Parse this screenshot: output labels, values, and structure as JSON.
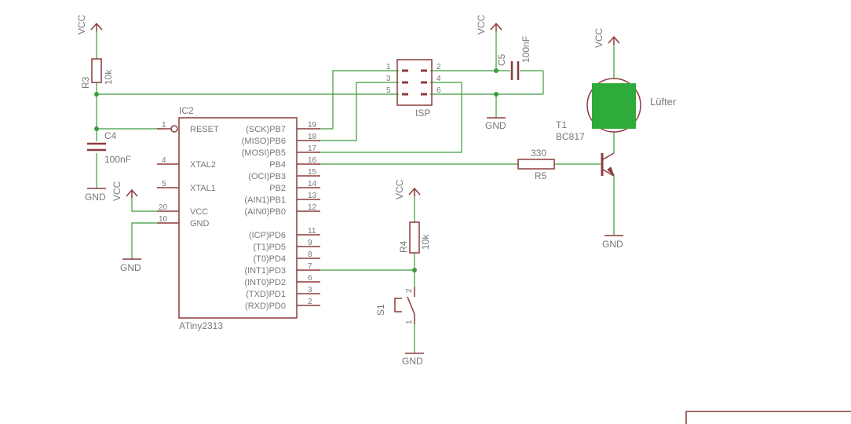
{
  "colors": {
    "symbol": "#8c3c3c",
    "wire": "#3c9c3c",
    "text": "#787878",
    "fan": "#2eab3a",
    "background": "#ffffff"
  },
  "supplies": {
    "vcc": "VCC",
    "gnd": "GND"
  },
  "ic2": {
    "name": "IC2",
    "value": "ATiny2313",
    "left_pins": [
      {
        "num": "1",
        "label": "RESET"
      },
      {
        "num": "4",
        "label": "XTAL2"
      },
      {
        "num": "5",
        "label": "XTAL1"
      },
      {
        "num": "20",
        "label": "VCC"
      },
      {
        "num": "10",
        "label": "GND"
      }
    ],
    "right_pins": [
      {
        "num": "19",
        "label": "(SCK)PB7"
      },
      {
        "num": "18",
        "label": "(MISO)PB6"
      },
      {
        "num": "17",
        "label": "(MOSI)PB5"
      },
      {
        "num": "16",
        "label": "PB4"
      },
      {
        "num": "15",
        "label": "(OCI)PB3"
      },
      {
        "num": "14",
        "label": "PB2"
      },
      {
        "num": "13",
        "label": "(AIN1)PB1"
      },
      {
        "num": "12",
        "label": "(AIN0)PB0"
      },
      {
        "num": "11",
        "label": "(ICP)PD6"
      },
      {
        "num": "9",
        "label": "(T1)PD5"
      },
      {
        "num": "8",
        "label": "(T0)PD4"
      },
      {
        "num": "7",
        "label": "(INT1)PD3"
      },
      {
        "num": "6",
        "label": "(INT0)PD2"
      },
      {
        "num": "3",
        "label": "(TXD)PD1"
      },
      {
        "num": "2",
        "label": "(RXD)PD0"
      }
    ]
  },
  "r3": {
    "name": "R3",
    "value": "10k"
  },
  "c4": {
    "name": "C4",
    "value": "100nF"
  },
  "c5": {
    "name": "C5",
    "value": "100nF"
  },
  "isp": {
    "name": "ISP",
    "pins": [
      "1",
      "2",
      "3",
      "4",
      "5",
      "6"
    ]
  },
  "r4": {
    "name": "R4",
    "value": "10k"
  },
  "s1": {
    "name": "S1",
    "pin1": "1",
    "pin2": "2"
  },
  "r5": {
    "name": "R5",
    "value": "330"
  },
  "t1": {
    "name": "T1",
    "value": "BC817"
  },
  "fan": {
    "label": "Lüfter"
  }
}
